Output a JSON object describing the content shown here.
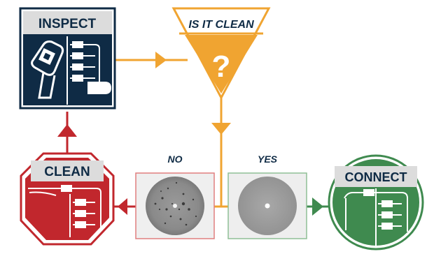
{
  "steps": {
    "inspect": {
      "label": "INSPECT"
    },
    "question": {
      "label": "IS IT CLEAN",
      "symbol": "?"
    },
    "clean": {
      "label": "CLEAN"
    },
    "connect": {
      "label": "CONNECT"
    }
  },
  "results": {
    "no": {
      "label": "NO"
    },
    "yes": {
      "label": "YES"
    }
  },
  "colors": {
    "inspect_navy": "#0f2b45",
    "question_orange": "#f0a431",
    "clean_red": "#c1272d",
    "connect_green": "#3f8a4f",
    "label_gray": "#dcdcdc"
  }
}
